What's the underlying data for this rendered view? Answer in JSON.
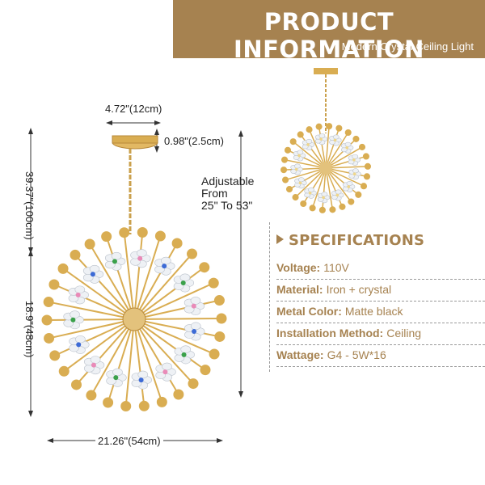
{
  "banner": {
    "title": "PRODUCT INFORMATION",
    "subtitle": "Modern Crystal Ceiling Light"
  },
  "dimensions": {
    "canopy_width": "4.72\"(12cm)",
    "canopy_height": "0.98\"(2.5cm)",
    "total_height": "39.37\"(100cm)",
    "body_height": "18.9\"(48cm)",
    "body_width": "21.26\"(54cm)",
    "adjustable_line1": "Adjustable",
    "adjustable_line2": "From",
    "adjustable_line3": "25\" To 53\""
  },
  "specifications": {
    "heading": "SPECIFICATIONS",
    "items": [
      {
        "label": "Voltage:",
        "value": "110V"
      },
      {
        "label": "Material:",
        "value": "Iron + crystal"
      },
      {
        "label": "Metal Color:",
        "value": "Matte black"
      },
      {
        "label": "Installation Method:",
        "value": "Ceiling"
      },
      {
        "label": "Wattage:",
        "value": "G4 - 5W*16"
      }
    ]
  },
  "colors": {
    "accent": "#a68250",
    "gold": "#d9ad52",
    "crystal": "#eef1f5"
  },
  "icons": [
    "chandelier-illustration",
    "chandelier-thumbnail",
    "triangle-bullet-icon"
  ]
}
